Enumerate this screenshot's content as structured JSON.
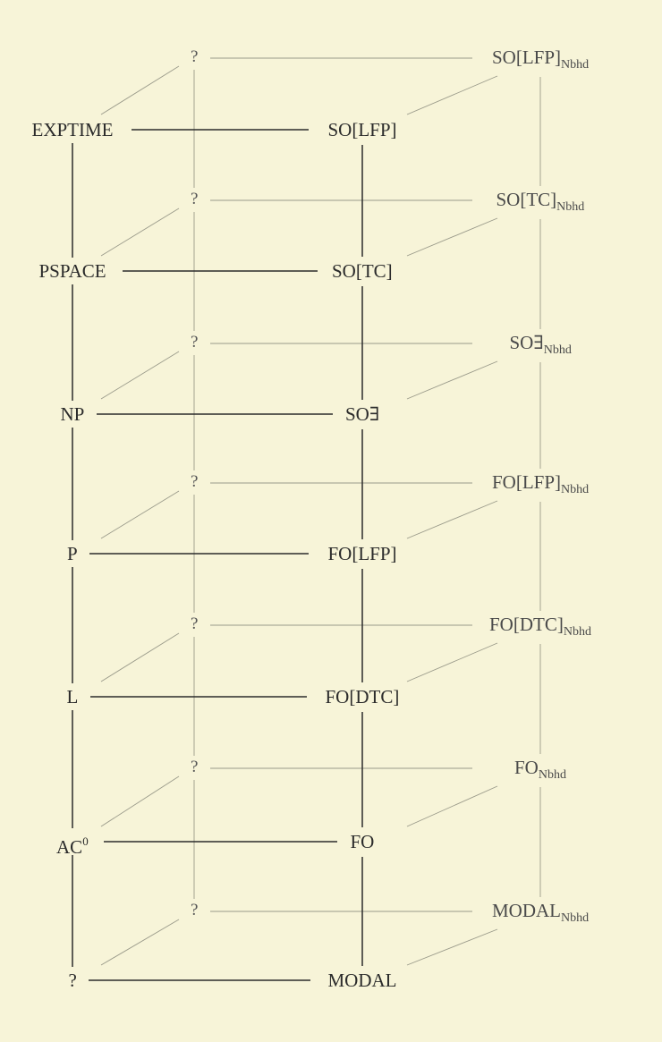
{
  "complexity_column": [
    {
      "label": "EXPTIME"
    },
    {
      "label": "PSPACE"
    },
    {
      "label": "NP"
    },
    {
      "label": "P"
    },
    {
      "label": "L"
    },
    {
      "label": "AC",
      "sup": "0"
    },
    {
      "label": "?"
    }
  ],
  "logic_column": [
    {
      "label": "SO[LFP]"
    },
    {
      "label": "SO[TC]"
    },
    {
      "label": "SO∃"
    },
    {
      "label": "FO[LFP]"
    },
    {
      "label": "FO[DTC]"
    },
    {
      "label": "FO"
    },
    {
      "label": "MODAL"
    }
  ],
  "back_complexity_column": [
    "?",
    "?",
    "?",
    "?",
    "?",
    "?",
    "?"
  ],
  "nbhd_column": [
    {
      "label": "SO[LFP]",
      "sub": "Nbhd"
    },
    {
      "label": "SO[TC]",
      "sub": "Nbhd"
    },
    {
      "label": "SO∃",
      "sub": "Nbhd"
    },
    {
      "label": "FO[LFP]",
      "sub": "Nbhd"
    },
    {
      "label": "FO[DTC]",
      "sub": "Nbhd"
    },
    {
      "label": "FO",
      "sub": "Nbhd"
    },
    {
      "label": "MODAL",
      "sub": "Nbhd"
    }
  ],
  "colors": {
    "background": "#f7f4d8",
    "front_line": "#2b2b2b",
    "back_line": "#9a9a8a"
  }
}
